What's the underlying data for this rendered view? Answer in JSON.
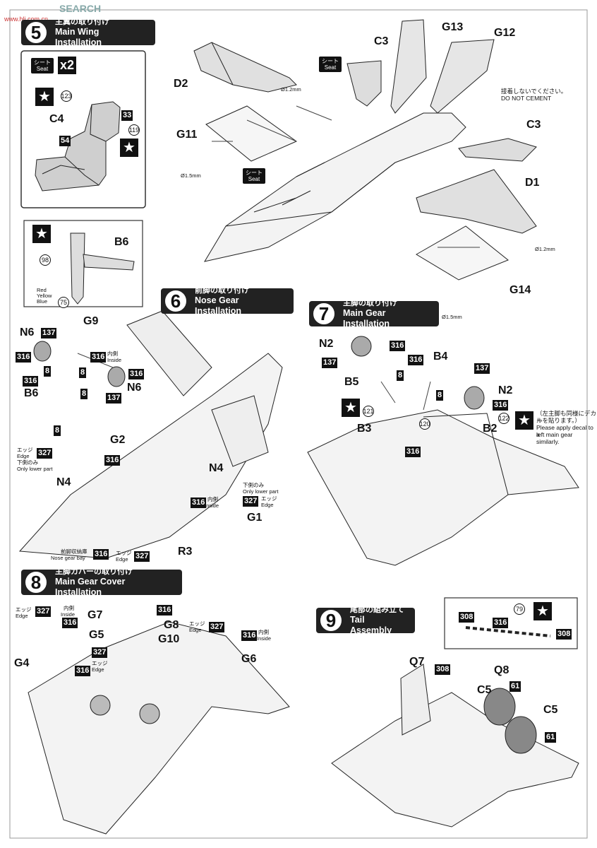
{
  "watermark": {
    "logo_text": "SEARCH",
    "url": "www.hlj.com.cn"
  },
  "steps": {
    "s5": {
      "num": "5",
      "jp": "主翼の取り付け",
      "en": "Main Wing Installation"
    },
    "s6": {
      "num": "6",
      "jp": "前脚の取り付け",
      "en": "Nose Gear Installation"
    },
    "s7": {
      "num": "7",
      "jp": "主脚の取り付け",
      "en": "Main Gear Installation"
    },
    "s8": {
      "num": "8",
      "jp": "主脚カバーの取り付け",
      "en": "Main Gear Cover Installation"
    },
    "s9": {
      "num": "9",
      "jp": "尾部の組み立て",
      "en": "Tail Assembly"
    }
  },
  "seat_box": {
    "seat_jp": "シート",
    "seat_en": "Seat",
    "qty": "x2"
  },
  "seat_label": {
    "jp": "シート",
    "en": "Seat"
  },
  "no_cement": {
    "jp": "接着しないでください。",
    "en": "DO NOT CEMENT"
  },
  "drill": {
    "d12": "Ø1.2mm",
    "d15": "Ø1.5mm"
  },
  "mark": {
    "star": "★"
  },
  "colors_legend": {
    "red": "Red",
    "yellow": "Yellow",
    "blue": "Blue"
  },
  "labels": {
    "edge_jp": "エッジ",
    "edge_en": "Edge",
    "inside_jp": "内側",
    "inside_en": "Inside",
    "lower_jp": "下側のみ",
    "lower_en": "Only lower part",
    "nosebay_jp": "前脚収納庫",
    "nosebay_en": "Nose gear bay"
  },
  "decal_note": {
    "jp1": "（左主脚も同様にデカー",
    "jp2": "ルを貼ります。）",
    "en1": "Please apply decal to a",
    "en2": "left main gear similarly."
  },
  "paints": {
    "p8": "8",
    "p33": "33",
    "p54": "54",
    "p61": "61",
    "p137": "137",
    "p308": "308",
    "p316": "316",
    "p327": "327"
  },
  "decals": {
    "d75": "75",
    "d79": "79",
    "d98": "98",
    "d119": "119",
    "d120": "120",
    "d121": "121",
    "d122": "122",
    "d123": "123"
  },
  "parts": {
    "B2": "B2",
    "B3": "B3",
    "B4": "B4",
    "B5": "B5",
    "B6": "B6",
    "C3": "C3",
    "C4": "C4",
    "C5": "C5",
    "D1": "D1",
    "D2": "D2",
    "G1": "G1",
    "G2": "G2",
    "G4": "G4",
    "G5": "G5",
    "G6": "G6",
    "G7": "G7",
    "G8": "G8",
    "G9": "G9",
    "G10": "G10",
    "G11": "G11",
    "G12": "G12",
    "G13": "G13",
    "G14": "G14",
    "N2": "N2",
    "N4": "N4",
    "N6": "N6",
    "Q7": "Q7",
    "Q8": "Q8",
    "R3": "R3"
  }
}
